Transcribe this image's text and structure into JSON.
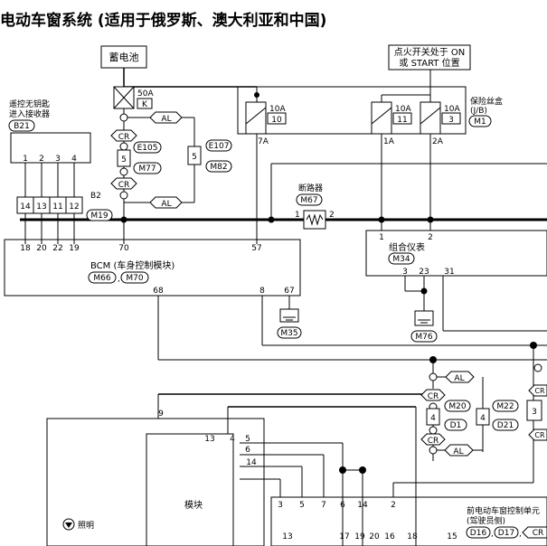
{
  "title": "电动车窗系统 (适用于俄罗斯、澳大利亚和中国)",
  "battery": "蓄电池",
  "ignition": {
    "line1": "点火开关处于 ON",
    "line2": "或 START 位置"
  },
  "fuse_box": {
    "name": "保险丝盒",
    "sub": "(J/B)",
    "conn": "M1"
  },
  "fuse_link": {
    "amp": "50A",
    "id": "K"
  },
  "fuses": [
    {
      "amp": "10A",
      "id": "10",
      "pin": "7A"
    },
    {
      "amp": "10A",
      "id": "11",
      "pin": "1A"
    },
    {
      "amp": "10A",
      "id": "3",
      "pin": "2A"
    }
  ],
  "receiver": {
    "line1": "遥控无钥匙",
    "line2": "进入接收器",
    "conn": "B21",
    "pins": [
      "1",
      "2",
      "3",
      "4"
    ]
  },
  "b2": {
    "label": "B2",
    "conn": "M19",
    "pins": [
      "14",
      "13",
      "11",
      "12"
    ]
  },
  "joint_left": {
    "cr": "CR",
    "al": "AL",
    "e105": "E105",
    "m77": "M77",
    "num": "5",
    "e107": "E107",
    "m82": "M82",
    "num2": "5"
  },
  "breaker": {
    "name": "断路器",
    "conn": "M67",
    "pin1": "1",
    "pin2": "2"
  },
  "bcm": {
    "name": "BCM (车身控制模块)",
    "conn1": "M66",
    "conn2": "M70",
    "sep": ",",
    "top_pins": [
      "18",
      "20",
      "22",
      "19",
      "70",
      "57"
    ],
    "bottom_pins": [
      "68",
      "8",
      "67"
    ]
  },
  "ground_m35": "M35",
  "meter": {
    "name": "组合仪表",
    "conn": "M34",
    "pins_top": [
      "1",
      "2"
    ],
    "pins_bottom": [
      "3",
      "23",
      "31"
    ]
  },
  "ground_m76": "M76",
  "joint_right": {
    "al": "AL",
    "cr": "CR",
    "m20": "M20",
    "d1": "D1",
    "num": "4",
    "m22": "M22",
    "d21": "D21",
    "num2": "4",
    "cr2": "CR",
    "al2": "AL",
    "num3": "3",
    "cr3": "CR"
  },
  "module": {
    "name": "模块",
    "pins": [
      "9",
      "13",
      "4",
      "5",
      "6",
      "14"
    ],
    "bottom_pins": [
      "13"
    ]
  },
  "lighting": "照明",
  "front_ctrl": {
    "line1": "前电动车窗控制单元",
    "line2": "(驾驶员侧)",
    "conn1": "D16",
    "conn2": "D17",
    "conn3": "CR",
    "sep": ",",
    "top_pins": [
      "3",
      "5",
      "7",
      "6",
      "14",
      "2"
    ],
    "bottom_pins": [
      "17",
      "19",
      "20",
      "16",
      "18",
      "15"
    ]
  }
}
